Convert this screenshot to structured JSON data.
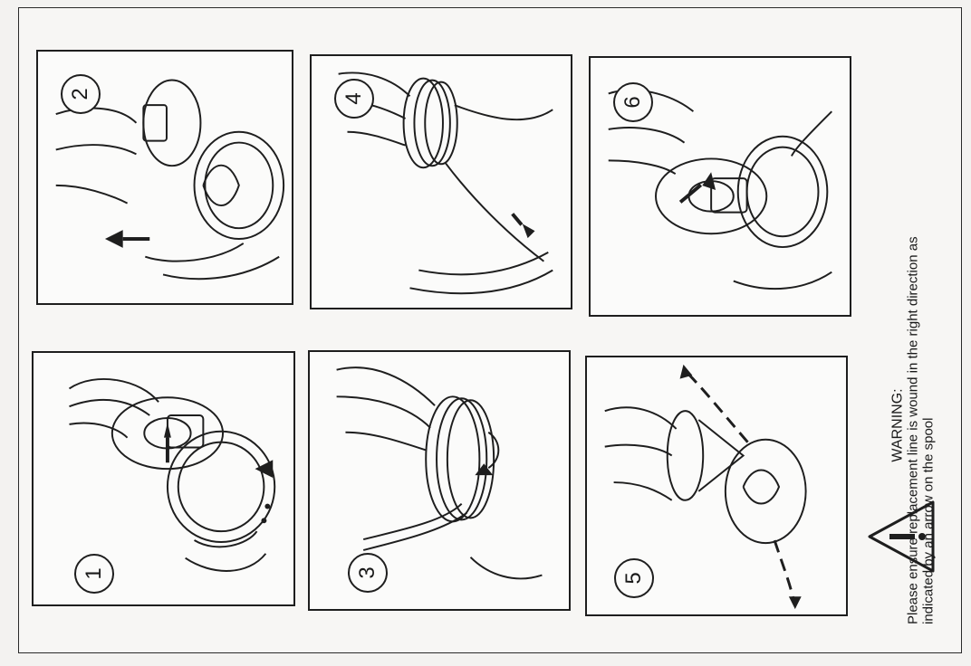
{
  "steps": [
    {
      "number": "1"
    },
    {
      "number": "2"
    },
    {
      "number": "3"
    },
    {
      "number": "4"
    },
    {
      "number": "5"
    },
    {
      "number": "6"
    }
  ],
  "warning": {
    "heading": "WARNING:",
    "body": "Please ensure replacement line is wound in the right direction as indicated by an arrow on the spool"
  },
  "icons": [
    "warning-triangle-icon"
  ]
}
